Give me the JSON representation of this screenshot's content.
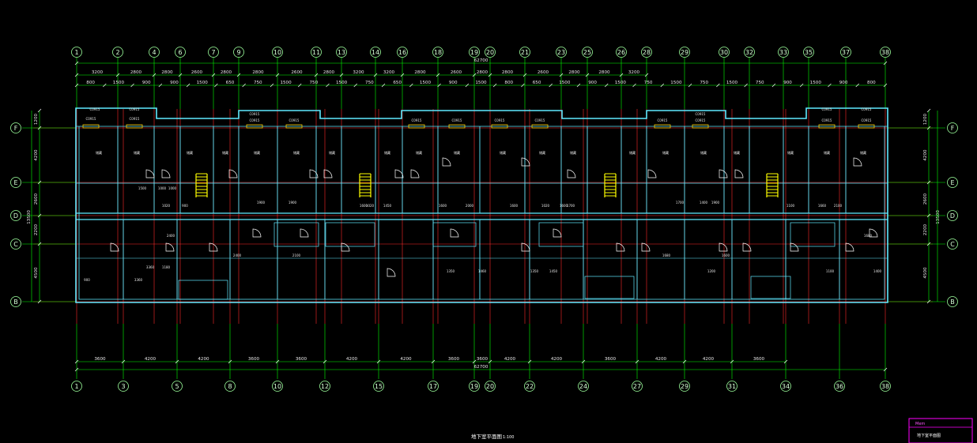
{
  "drawing": {
    "title": "地下室平面图",
    "scale": "1:100"
  },
  "axes_top": [
    "1",
    "2",
    "4",
    "6",
    "7",
    "9",
    "10",
    "11",
    "13",
    "14",
    "16",
    "18",
    "19",
    "20",
    "21",
    "23",
    "25",
    "26",
    "28",
    "29",
    "30",
    "32",
    "33",
    "35",
    "37",
    "38"
  ],
  "axes_bottom": [
    "1",
    "3",
    "5",
    "8",
    "10",
    "12",
    "15",
    "17",
    "19",
    "20",
    "22",
    "24",
    "27",
    "29",
    "31",
    "34",
    "36",
    "38"
  ],
  "axes_side": [
    "F",
    "E",
    "D",
    "C",
    "B"
  ],
  "dims_top_overall": "62700",
  "dims_top_row1": [
    "3200",
    "2800",
    "2800",
    "2600",
    "2800",
    "2800",
    "2600",
    "2800",
    "3200",
    "3200",
    "2800",
    "2600",
    "2800",
    "2800",
    "2600",
    "2800",
    "2800",
    "3200"
  ],
  "dims_top_row2": [
    "800",
    "1500",
    "900",
    "900",
    "1500",
    "650",
    "750",
    "1500",
    "750",
    "1500",
    "750",
    "650",
    "1500",
    "900",
    "1500",
    "800",
    "650",
    "1500",
    "900",
    "1500",
    "750",
    "1500",
    "750",
    "1500",
    "750",
    "900",
    "1500",
    "900",
    "800"
  ],
  "dims_bottom_row": [
    "3600",
    "4200",
    "4200",
    "3600",
    "3600",
    "4200",
    "4200",
    "3600",
    "3600",
    "4200",
    "4200",
    "3600",
    "4200",
    "4200",
    "3600"
  ],
  "dims_bottom_overall": "62700",
  "dims_left": [
    "1200",
    "4200",
    "2600",
    "13500",
    "2200",
    "4500"
  ],
  "dims_right": [
    "1200",
    "4200",
    "2600",
    "13500",
    "2200",
    "4500"
  ],
  "interior_dims": [
    "1000",
    "1500",
    "1000",
    "1020",
    "900",
    "1900",
    "1900",
    "1600",
    "1020",
    "1450",
    "1600",
    "2000",
    "1600",
    "1020",
    "1600",
    "1700",
    "1700",
    "1400",
    "1900",
    "1100",
    "1660",
    "2100",
    "2400",
    "2400",
    "2100",
    "1680",
    "1600",
    "1680",
    "1180",
    "900",
    "3360",
    "3360",
    "1350",
    "1460",
    "1350",
    "1450",
    "1200",
    "1100",
    "1400"
  ],
  "room_labels": [
    "储藏",
    "储藏",
    "储藏",
    "储藏",
    "储藏",
    "储藏",
    "储藏",
    "储藏",
    "储藏",
    "储藏",
    "储藏",
    "储藏",
    "储藏",
    "储藏",
    "储藏",
    "储藏",
    "储藏",
    "储藏",
    "储藏",
    "储藏"
  ],
  "window_tags": [
    "C0915",
    "C0915",
    "C0915",
    "C0915",
    "C0915",
    "C0915",
    "C0915",
    "C0915",
    "C0915",
    "C0915",
    "C0915",
    "C0915",
    "C0915",
    "C0915",
    "C0915",
    "C0915",
    "C0915",
    "C0915"
  ],
  "title_block": {
    "label_top": "Mem",
    "label_bottom": "地下室平面图"
  },
  "colors": {
    "background": "#000000",
    "axis_line": "#ff2a2a",
    "dim_line": "#00ff00",
    "wall": "#5fe9ff",
    "text": "#e8e8e8",
    "stair": "#ffff00",
    "door": "#ffffff",
    "window": "#ffd400",
    "title_block": "#ff00ff"
  }
}
